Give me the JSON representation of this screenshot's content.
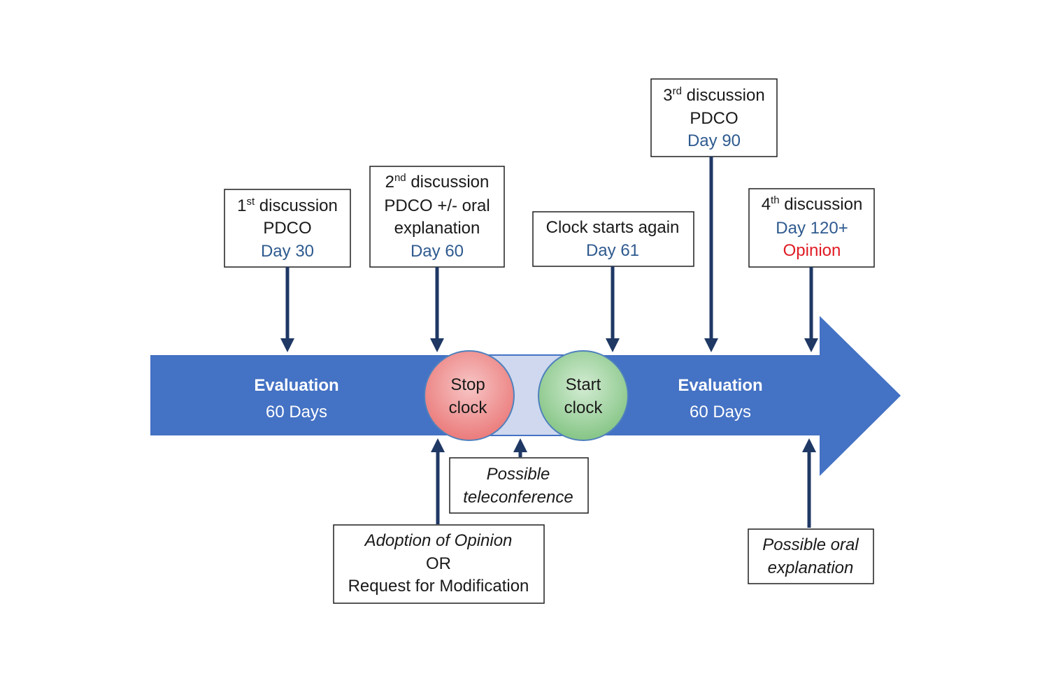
{
  "arrow": {
    "left_label": {
      "title": "Evaluation",
      "subtitle": "60 Days"
    },
    "right_label": {
      "title": "Evaluation",
      "subtitle": "60 Days"
    },
    "colors": {
      "arrow": "#4472c4",
      "gap": "#cfd8ee",
      "stop": "#f07f7f",
      "start": "#8fc98f"
    }
  },
  "stop_clock": {
    "line1": "Stop",
    "line2": "clock"
  },
  "start_clock": {
    "line1": "Start",
    "line2": "clock"
  },
  "top_boxes": [
    {
      "ord_num": "1",
      "ord_sup": "st",
      "line1_rest": " discussion",
      "line2": "PDCO",
      "day": "Day 30"
    },
    {
      "ord_num": "2",
      "ord_sup": "nd",
      "line1_rest": " discussion",
      "line2": "PDCO +/- oral",
      "line3": "explanation",
      "day": "Day 60"
    },
    {
      "line1": "Clock starts again",
      "day": "Day 61"
    },
    {
      "ord_num": "3",
      "ord_sup": "rd",
      "line1_rest": " discussion",
      "line2": "PDCO",
      "day": "Day 90"
    },
    {
      "ord_num": "4",
      "ord_sup": "th",
      "line1_rest": " discussion",
      "day": "Day 120+",
      "line3": "Opinion"
    }
  ],
  "bottom_boxes": [
    {
      "line1": "Adoption of Opinion",
      "line2": "OR",
      "line3": "Request for Modification"
    },
    {
      "line1": "Possible",
      "line2": "teleconference"
    },
    {
      "line1": "Possible oral",
      "line2": "explanation"
    }
  ]
}
